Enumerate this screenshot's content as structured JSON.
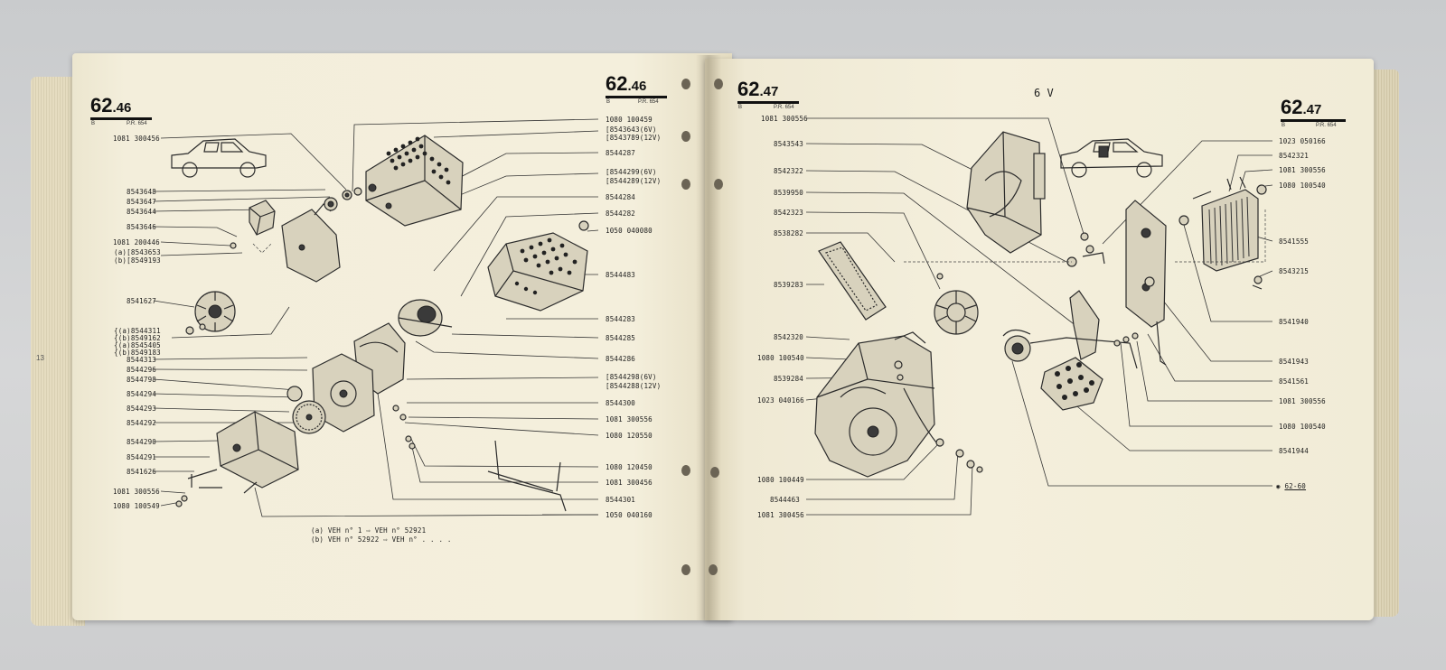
{
  "left_page": {
    "header_number_main": "62",
    "header_number_sub": ".46",
    "header_code_left": "B",
    "header_code_right": "P.R. 654",
    "margin_mark": "13",
    "labels_left_column": [
      "1081 300456",
      "8543648",
      "8543647",
      "8543644",
      "8543646",
      "1081 200446",
      "(a)[8543653",
      "(b)[8549193",
      "8541627",
      "{(a)8544311",
      "{(b)8549162",
      "{(a)8545405",
      "{(b)8549183",
      "8544313",
      "8544296",
      "8544798",
      "8544294",
      "8544293",
      "8544292",
      "8544290",
      "8544291",
      "8541626",
      "1081 300556",
      "1080 100549"
    ],
    "labels_right_column": [
      "1080 100459",
      "[8543643(6V)",
      "[8543789(12V)",
      "8544287",
      "[8544299(6V)",
      "[8544289(12V)",
      "8544284",
      "8544282",
      "1050 040080",
      "8544483",
      "8544283",
      "8544285",
      "8544286",
      "[8544298(6V)",
      "[8544288(12V)",
      "8544300",
      "1081 300556",
      "1080 120550",
      "1080 120450",
      "1081 300456",
      "8544301",
      "1050 040160"
    ],
    "footnote_a": "(a) VEH n°      1 ⇨ VEH n° 52921",
    "footnote_b": "(b) VEH n° 52922 ⇨ VEH n° . . . ."
  },
  "right_page": {
    "header_number_main": "62",
    "header_number_sub": ".47",
    "header_code_left": "B",
    "header_code_right": "P.R. 654",
    "voltage_title": "6 V",
    "labels_left_column": [
      "1081 300556",
      "8543543",
      "8542322",
      "8539950",
      "8542323",
      "8538282",
      "8539283",
      "8542320",
      "1080 100540",
      "8539284",
      "1023 040166",
      "1080 100449",
      "8544463",
      "1081 300456"
    ],
    "labels_right_column": [
      "1023 050166",
      "8542321",
      "1081 300556",
      "1080 100540",
      "8541555",
      "8543215",
      "8541940",
      "8541943",
      "8541561",
      "1081 300556",
      "1080 100540",
      "8541944"
    ],
    "see_reference": "62-60"
  }
}
